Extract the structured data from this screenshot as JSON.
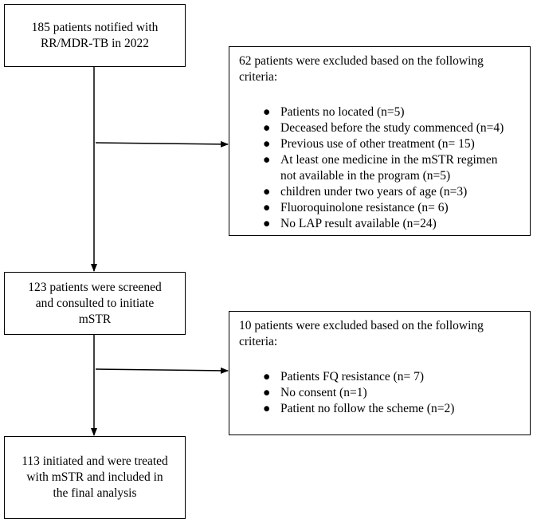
{
  "boxes": {
    "notified": {
      "lines": [
        "185 patients notified with",
        "RR/MDR-TB in 2022"
      ]
    },
    "excluded_first": {
      "heading_lines": [
        "62 patients were excluded based on the following",
        "criteria:"
      ],
      "items": [
        {
          "lines": [
            "Patients no located (n=5)"
          ]
        },
        {
          "lines": [
            "Deceased before the study commenced (n=4)"
          ]
        },
        {
          "lines": [
            "Previous use of other treatment (n= 15)"
          ]
        },
        {
          "lines": [
            "At least one medicine in the mSTR regimen",
            "not available in the program (n=5)"
          ]
        },
        {
          "lines": [
            "children under two years of age (n=3)"
          ]
        },
        {
          "lines": [
            "Fluoroquinolone resistance (n= 6)"
          ]
        },
        {
          "lines": [
            "No LAP result available (n=24)"
          ]
        }
      ]
    },
    "screened": {
      "lines": [
        "123 patients were screened",
        "and consulted to initiate",
        "mSTR"
      ]
    },
    "excluded_second": {
      "heading_lines": [
        "10 patients were excluded based on the following",
        "criteria:"
      ],
      "items": [
        {
          "lines": [
            "Patients FQ resistance (n= 7)"
          ]
        },
        {
          "lines": [
            "No consent (n=1)"
          ]
        },
        {
          "lines": [
            "Patient no follow the scheme (n=2)"
          ]
        }
      ]
    },
    "analysis": {
      "lines": [
        "113 initiated and were treated",
        "with mSTR and included in",
        "the final analysis"
      ]
    }
  },
  "bullet_glyph": "●"
}
